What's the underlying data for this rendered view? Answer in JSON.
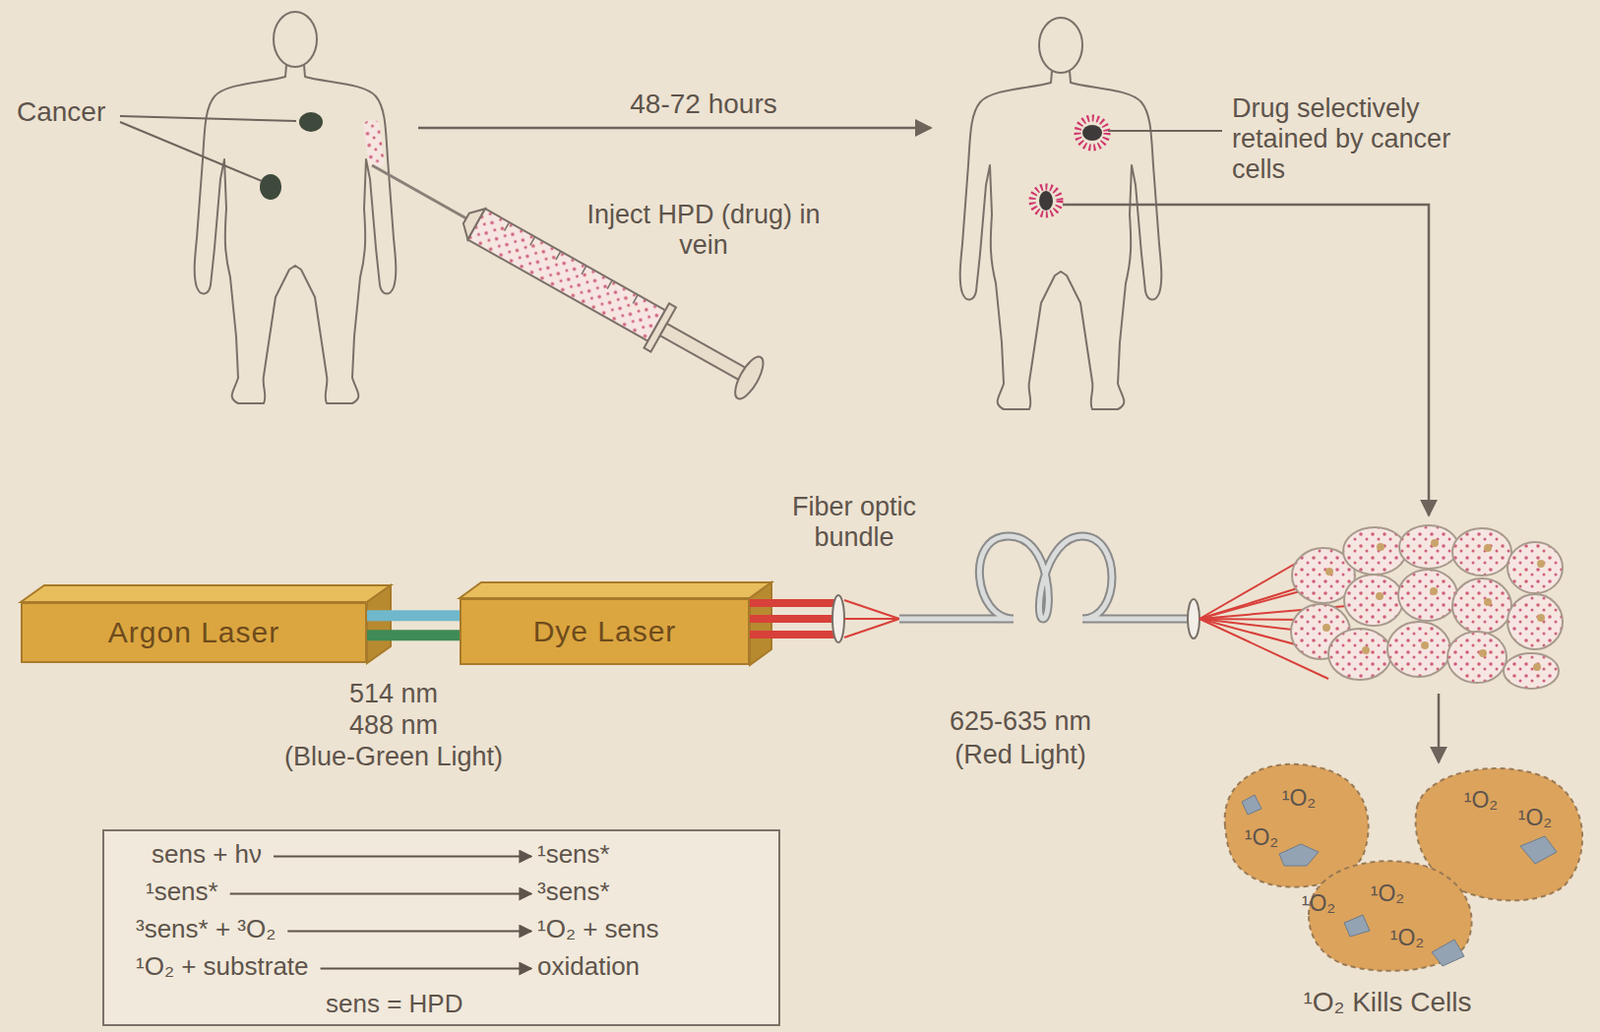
{
  "diagram": {
    "nodes": [
      {
        "text": [
          "Argon Laser"
        ]
      },
      {
        "text": [
          "Dye Laser"
        ]
      },
      {
        "text": [
          "sens + hν",
          "¹sens*",
          "¹sens*",
          "³sens*",
          "³sens* + ³O₂",
          "¹O₂ + sens",
          "¹O₂ + substrate",
          "oxidation",
          "sens = HPD"
        ]
      }
    ],
    "edges": [
      {
        "from": 0,
        "to": 1,
        "arrow": "none"
      }
    ],
    "labels": [
      "Cancer",
      "48-72 hours",
      "Inject HPD (drug) in vein",
      "Drug selectively retained by cancer cells",
      "Fiber optic bundle",
      "514 nm",
      "488 nm",
      "(Blue-Green Light)",
      "625-635 nm",
      "(Red Light)",
      "¹O₂",
      "¹O₂",
      "¹O₂",
      "¹O₂",
      "¹O₂",
      "¹O₂",
      "¹O₂",
      "¹O₂ Kills Cells"
    ]
  }
}
